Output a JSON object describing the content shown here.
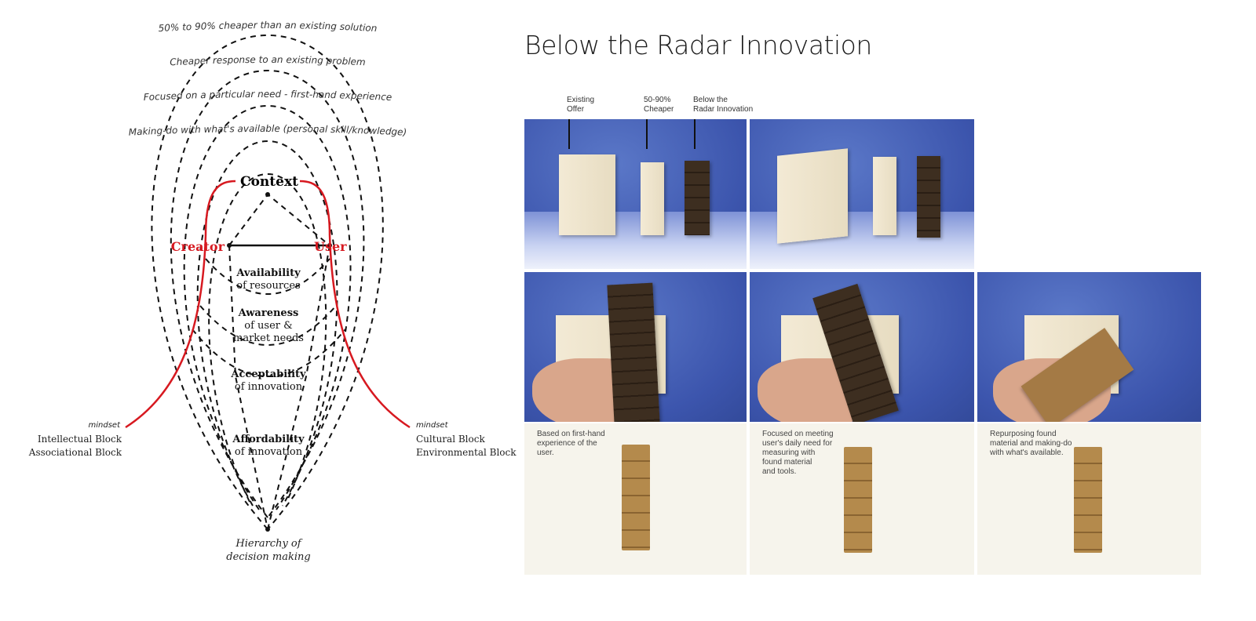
{
  "diagram": {
    "arcs": [
      "50% to 90% cheaper than an existing solution",
      "Cheaper response to an existing problem",
      "Focused on a particular need - first-hand experience",
      "Making-do with what's available (personal skill/knowledge)"
    ],
    "context": "Context",
    "creator": "Creator",
    "user": "User",
    "levels": [
      {
        "bold": "Availability",
        "sub": "of resources"
      },
      {
        "bold": "Awareness",
        "sub": "of user &",
        "sub2": "market needs"
      },
      {
        "bold": "Acceptability",
        "sub": "of innovation"
      },
      {
        "bold": "Affordability",
        "sub": "of innovation"
      }
    ],
    "left_mindset": "mindset",
    "left_blocks": [
      "Intellectual Block",
      "Associational Block"
    ],
    "right_mindset": "mindset",
    "right_blocks": [
      "Cultural Block",
      "Environmental Block"
    ],
    "bottom": [
      "Hierarchy of",
      "decision making"
    ],
    "colors": {
      "red": "#d71920",
      "black": "#111111"
    }
  },
  "panel": {
    "title": "Below the Radar Innovation",
    "labels": [
      [
        "Existing",
        "Offer"
      ],
      [
        "50-90%",
        "Cheaper"
      ],
      [
        "Below the",
        "Radar Innovation"
      ]
    ],
    "captions": [
      [
        "Based on first-hand",
        "experience of the",
        "user."
      ],
      [
        "Focused on meeting",
        "user's daily need for",
        "measuring with",
        "found material",
        "and tools."
      ],
      [
        "Repurposing found",
        "material and making-do",
        "with what's available."
      ]
    ]
  }
}
